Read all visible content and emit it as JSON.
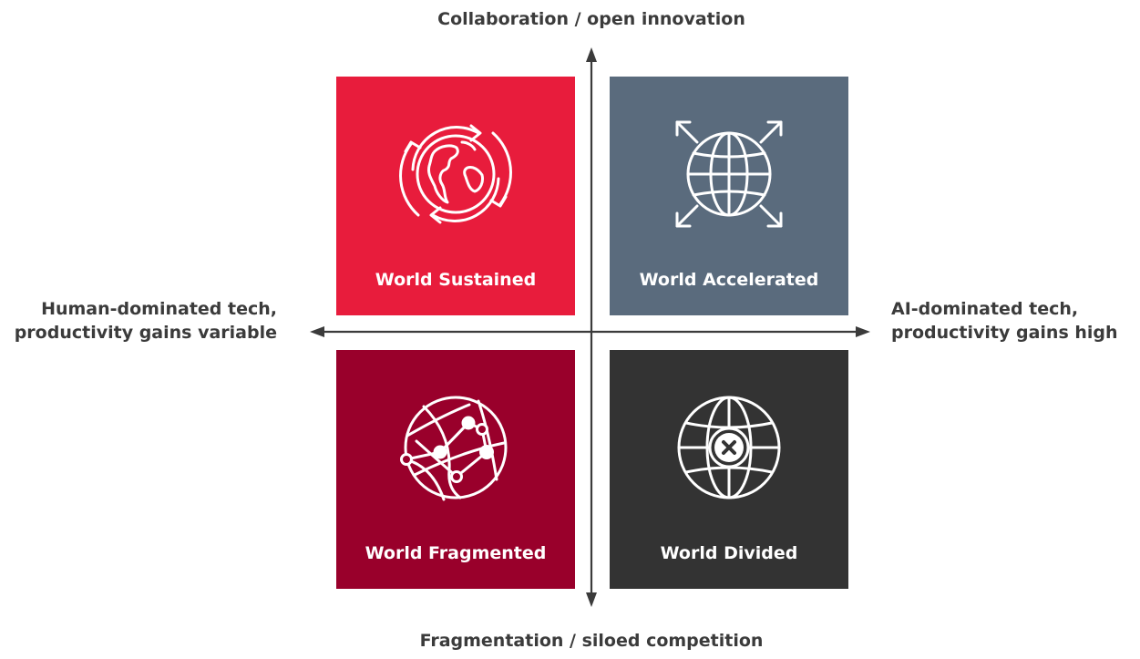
{
  "axes": {
    "top": "Collaboration / open innovation",
    "bottom": "Fragmentation / siloed competition",
    "left": [
      "Human-dominated tech,",
      "productivity gains variable"
    ],
    "right": [
      "AI-dominated tech,",
      "productivity gains high"
    ]
  },
  "quadrants": [
    {
      "title": "World Sustained",
      "color": "#e81c3c",
      "icon": "globe-cycle-icon"
    },
    {
      "title": "World Accelerated",
      "color": "#5a6b7d",
      "icon": "globe-expand-icon"
    },
    {
      "title": "World Fragmented",
      "color": "#99002b",
      "icon": "globe-network-icon"
    },
    {
      "title": "World Divided",
      "color": "#333333",
      "icon": "globe-x-icon"
    }
  ],
  "axis_color": "#3b3b3b"
}
